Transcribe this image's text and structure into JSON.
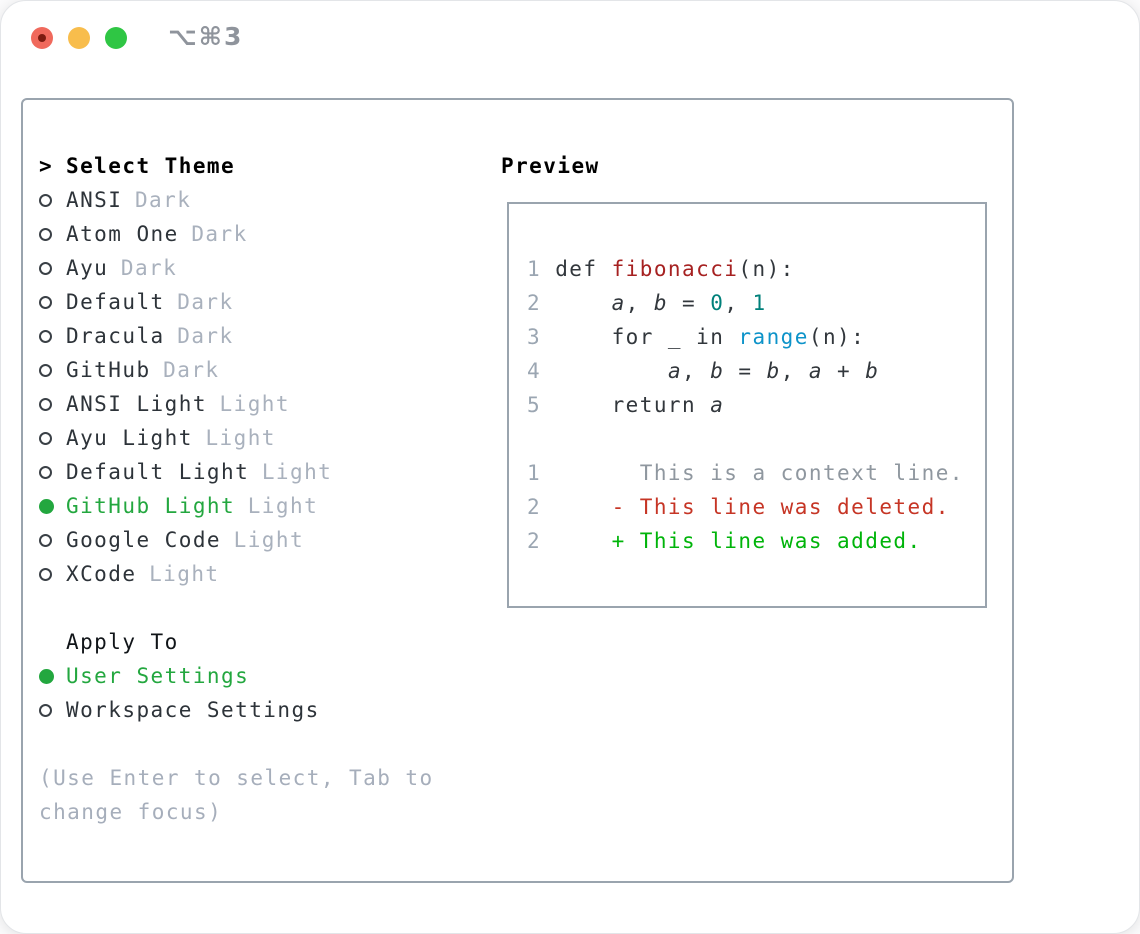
{
  "window": {
    "shortcut_label": "⌥⌘3"
  },
  "titlebar": {
    "buttons": [
      "close",
      "minimize",
      "zoom"
    ]
  },
  "picker": {
    "cursor": ">",
    "header": "Select Theme",
    "themes": [
      {
        "name": "ANSI",
        "variant": "Dark",
        "selected": false
      },
      {
        "name": "Atom One",
        "variant": "Dark",
        "selected": false
      },
      {
        "name": "Ayu",
        "variant": "Dark",
        "selected": false
      },
      {
        "name": "Default",
        "variant": "Dark",
        "selected": false
      },
      {
        "name": "Dracula",
        "variant": "Dark",
        "selected": false
      },
      {
        "name": "GitHub",
        "variant": "Dark",
        "selected": false
      },
      {
        "name": "ANSI Light",
        "variant": "Light",
        "selected": false
      },
      {
        "name": "Ayu Light",
        "variant": "Light",
        "selected": false
      },
      {
        "name": "Default Light",
        "variant": "Light",
        "selected": false
      },
      {
        "name": "GitHub Light",
        "variant": "Light",
        "selected": true
      },
      {
        "name": "Google Code",
        "variant": "Light",
        "selected": false
      },
      {
        "name": "XCode",
        "variant": "Light",
        "selected": false
      }
    ],
    "apply_to": {
      "label": "Apply To",
      "options": [
        {
          "name": "User Settings",
          "selected": true
        },
        {
          "name": "Workspace Settings",
          "selected": false
        }
      ]
    },
    "help_lines": [
      "(Use Enter to select, Tab to",
      "change focus)"
    ]
  },
  "preview": {
    "title": "Preview",
    "lines": [
      {
        "tokens": [
          [
            "1",
            "ln"
          ],
          [
            " ",
            "p"
          ],
          [
            "def",
            "k"
          ],
          [
            " ",
            "p"
          ],
          [
            "fibonacci",
            "fn"
          ],
          [
            "(n):",
            "p"
          ]
        ]
      },
      {
        "tokens": [
          [
            "2",
            "ln"
          ],
          [
            "     ",
            "p"
          ],
          [
            "a",
            "v"
          ],
          [
            ", ",
            "p"
          ],
          [
            "b",
            "v"
          ],
          [
            " = ",
            "p"
          ],
          [
            "0",
            "num"
          ],
          [
            ", ",
            "p"
          ],
          [
            "1",
            "num"
          ]
        ]
      },
      {
        "tokens": [
          [
            "3",
            "ln"
          ],
          [
            "     ",
            "p"
          ],
          [
            "for",
            "k"
          ],
          [
            " _ ",
            "p"
          ],
          [
            "in",
            "k"
          ],
          [
            " ",
            "p"
          ],
          [
            "range",
            "bi"
          ],
          [
            "(n):",
            "p"
          ]
        ]
      },
      {
        "tokens": [
          [
            "4",
            "ln"
          ],
          [
            "         ",
            "p"
          ],
          [
            "a",
            "v"
          ],
          [
            ", ",
            "p"
          ],
          [
            "b",
            "v"
          ],
          [
            " = ",
            "p"
          ],
          [
            "b",
            "v"
          ],
          [
            ", ",
            "p"
          ],
          [
            "a",
            "v"
          ],
          [
            " + ",
            "p"
          ],
          [
            "b",
            "v"
          ]
        ]
      },
      {
        "tokens": [
          [
            "5",
            "ln"
          ],
          [
            "     ",
            "p"
          ],
          [
            "return",
            "k"
          ],
          [
            " ",
            "p"
          ],
          [
            "a",
            "v"
          ]
        ]
      },
      {
        "tokens": []
      },
      {
        "tokens": [
          [
            "1",
            "ln"
          ],
          [
            "       This is a context line.",
            "ctx"
          ]
        ]
      },
      {
        "tokens": [
          [
            "2",
            "ln"
          ],
          [
            "     ",
            "p"
          ],
          [
            "- This line was deleted.",
            "del"
          ]
        ]
      },
      {
        "tokens": [
          [
            "2",
            "ln"
          ],
          [
            "     ",
            "p"
          ],
          [
            "+ This line was added.",
            "add"
          ]
        ]
      }
    ]
  },
  "colors": {
    "accent_green": "#23a73f",
    "addition_green": "#00b40a",
    "deletion_red": "#c63525",
    "function_red": "#a62121",
    "number_teal": "#00807a",
    "builtin_blue": "#0d93c9",
    "muted_gray": "#a9b1bd",
    "line_number_gray": "#9ba6b2",
    "border_gray": "#9aa4ae",
    "traffic_close": "#f0695c",
    "traffic_minimize": "#f8bd4c",
    "traffic_zoom": "#2fc644"
  }
}
